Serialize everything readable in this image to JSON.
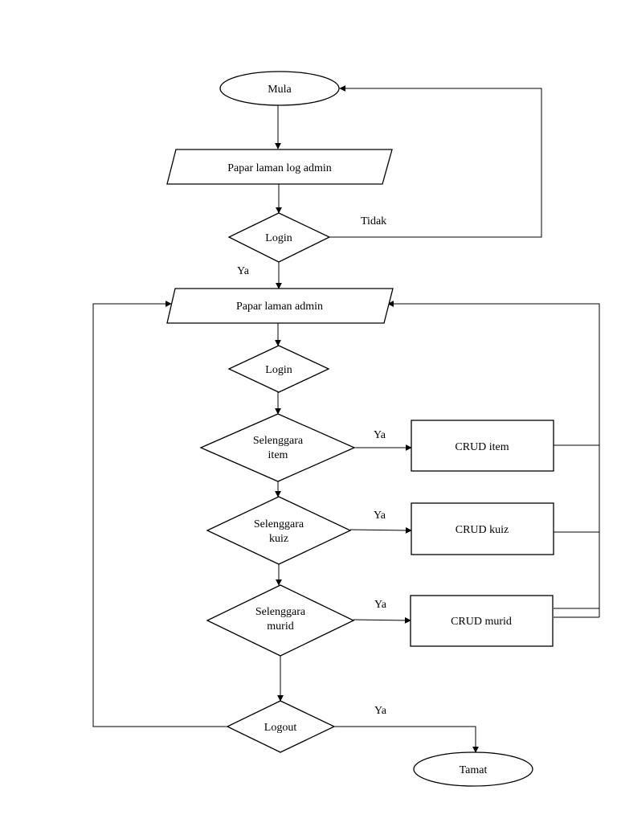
{
  "nodes": {
    "start": "Mula",
    "show_login_page": "Papar laman log admin",
    "login_check_1": "Login",
    "show_admin_page": "Papar laman admin",
    "login_check_2": "Login",
    "manage_item_1": "Selenggara",
    "manage_item_2": "item",
    "manage_quiz_1": "Selenggara",
    "manage_quiz_2": "kuiz",
    "manage_student_1": "Selenggara",
    "manage_student_2": "murid",
    "logout_check": "Logout",
    "crud_item": "CRUD item",
    "crud_quiz": "CRUD kuiz",
    "crud_student": "CRUD murid",
    "end": "Tamat"
  },
  "edge_labels": {
    "no": "Tidak",
    "yes_login": "Ya",
    "yes_item": "Ya",
    "yes_quiz": "Ya",
    "yes_student": "Ya",
    "yes_logout": "Ya"
  }
}
